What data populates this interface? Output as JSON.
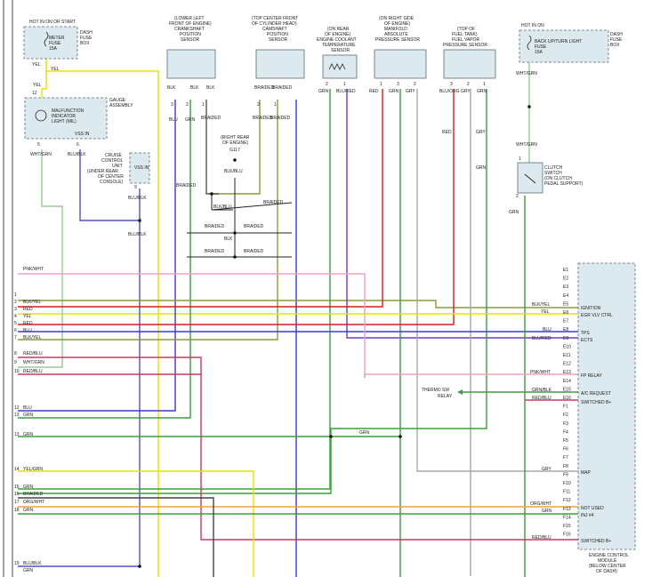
{
  "fuses": {
    "left": {
      "header": "HOT IN ON OR START",
      "name": "METER",
      "type": "FUSE",
      "amp": "15A",
      "box": [
        "DASH",
        "FUSE",
        "BOX"
      ]
    },
    "right": {
      "header": "HOT IN ON",
      "name": "BACK UP/TURN LIGHT",
      "type": "FUSE",
      "amp": "15A",
      "box": [
        "DASH",
        "FUSE",
        "BOX"
      ]
    }
  },
  "components": {
    "crank": {
      "loc": [
        "(LOWER LEFT",
        "FRONT OF ENGINE)",
        "CRANKSHAFT",
        "POSITION",
        "SENSOR"
      ],
      "pins": [
        "3",
        "2",
        "1"
      ],
      "wires": [
        "BLU",
        "GRN",
        "BRAIDED"
      ],
      "top": [
        "BLK",
        "BLK",
        "BLK"
      ]
    },
    "cam": {
      "loc": [
        "(TOP CENTER FRONT",
        "OF CYLINDER HEAD)",
        "CAMSHAFT",
        "POSITION",
        "SENSOR"
      ],
      "pins": [
        "2",
        "1"
      ],
      "wires": [
        "BRAIDED",
        "BRAIDED"
      ],
      "top": [
        "BRAIDED",
        "BRAIDED"
      ]
    },
    "ect": {
      "loc": [
        "(ON REAR",
        "OF ENGINE)",
        "ENGINE COOLANT",
        "TEMPERATURE",
        "SENSOR"
      ],
      "pins": [
        "2",
        "1"
      ],
      "wires": [
        "GRN",
        "BLU/RED"
      ]
    },
    "map": {
      "loc": [
        "(ON RIGHT SIDE",
        "OF ENGINE)",
        "MANIFOLD",
        "ABSOLUTE",
        "PRESSURE SENSOR"
      ],
      "pins": [
        "1",
        "3",
        "2"
      ],
      "wires": [
        "RED",
        "GRN",
        "GRY"
      ]
    },
    "fuel": {
      "loc": [
        "(TOP OF",
        "FUEL TANK)",
        "FUEL VAPOR",
        "PRESSURE SENSOR"
      ],
      "pins": [
        "3",
        "2",
        "1"
      ],
      "wires": [
        "BLU/ORG",
        "GRY",
        "GRN"
      ]
    }
  },
  "gauge": {
    "title": [
      "GAUGE",
      "ASSEMBLY"
    ],
    "mil": [
      "MALFUNCTION",
      "INDICATOR",
      "LIGHT (MIL)"
    ],
    "vss": "VSS IN",
    "pin_in": "12",
    "pins_out": [
      "5",
      "6"
    ],
    "wires": [
      "WHT/GRN",
      "BLU/BLK"
    ]
  },
  "cruise": {
    "lines": [
      "CRUISE",
      "CONTROL",
      "UNIT",
      "(UNDER REAR",
      "OF CENTER",
      "CONSOLE)"
    ],
    "vss": "VSS IN",
    "pin": "9",
    "wire": "BLU/BLK"
  },
  "ground": {
    "loc": [
      "(RIGHT REAR",
      "OF ENGINE)"
    ],
    "id": "G117",
    "wire": "BLK/BLU"
  },
  "clutch": {
    "lines": [
      "CLUTCH",
      "SWITCH",
      "(ON CLUTCH",
      "PEDAL SUPPORT)"
    ],
    "pin_top": "1",
    "pin_bot": "2",
    "wire_in": "WHT/GRN",
    "wire_out": "GRN"
  },
  "misc_labels": {
    "yel": "YEL",
    "blk_blu": "BLK/BLU",
    "braided": "BRAIDED",
    "blk": "BLK",
    "grn": "GRN",
    "red": "RED",
    "gry": "GRY",
    "wht_grn": "WHT/GRN"
  },
  "left_pins": [
    {
      "n": "",
      "label": "PNK/WHT"
    },
    {
      "n": "1",
      "label": ""
    },
    {
      "n": "2",
      "label": "BLK/YEL"
    },
    {
      "n": "3",
      "label": "RED"
    },
    {
      "n": "4",
      "label": "YEL"
    },
    {
      "n": "5",
      "label": "RED"
    },
    {
      "n": "6",
      "label": "BLU"
    },
    {
      "n": "7",
      "label": "BLK/YEL"
    },
    {
      "n": "8",
      "label": "RED/BLU"
    },
    {
      "n": "9",
      "label": "WHT/GRN"
    },
    {
      "n": "10",
      "label": "RED/BLU"
    },
    {
      "n": "12",
      "label": "BLU"
    },
    {
      "n": "13",
      "label": "GRN"
    },
    {
      "n": "13",
      "label": "GRN"
    },
    {
      "n": "14",
      "label": "YEL/GRN"
    },
    {
      "n": "15",
      "label": "GRN"
    },
    {
      "n": "16",
      "label": "BRAIDED"
    },
    {
      "n": "17",
      "label": "ORG/WHT"
    },
    {
      "n": "18",
      "label": "GRN"
    },
    {
      "n": "19",
      "label": "BLU/BLK"
    },
    {
      "n": "",
      "label": "GRN"
    }
  ],
  "ecm": {
    "pins": [
      "E1",
      "E2",
      "E3",
      "E4",
      "E5",
      "E6",
      "E7",
      "E8",
      "E9",
      "E10",
      "E11",
      "E12",
      "E13",
      "E14",
      "E15",
      "E16",
      "F1",
      "F2",
      "F3",
      "F4",
      "F5",
      "F6",
      "F7",
      "F8",
      "F9",
      "F10",
      "F11",
      "F12",
      "F13",
      "F14",
      "F15",
      "F16"
    ],
    "labels": [
      "IGNITION",
      "EGR VLV CTRL",
      "TPS",
      "ECTS",
      "FP RELAY",
      "A/C REQUEST",
      "SWITCHED B+",
      "MAP",
      "NOT USED",
      "INJ #4",
      "SWITCHED B+"
    ],
    "wire_labels": [
      "BLK/YEL",
      "YEL",
      "BLU",
      "BLU/RED",
      "PNK/WHT",
      "GRN/BLK",
      "RED/BLU",
      "GRY",
      "ORG/WHT",
      "GRN",
      "RED/BLU"
    ],
    "module": [
      "ENGINE CONTROL",
      "MODULE",
      "(BELOW CENTER",
      "OF DASH)"
    ]
  },
  "thermo": [
    "THERMO SW",
    "RELAY"
  ]
}
